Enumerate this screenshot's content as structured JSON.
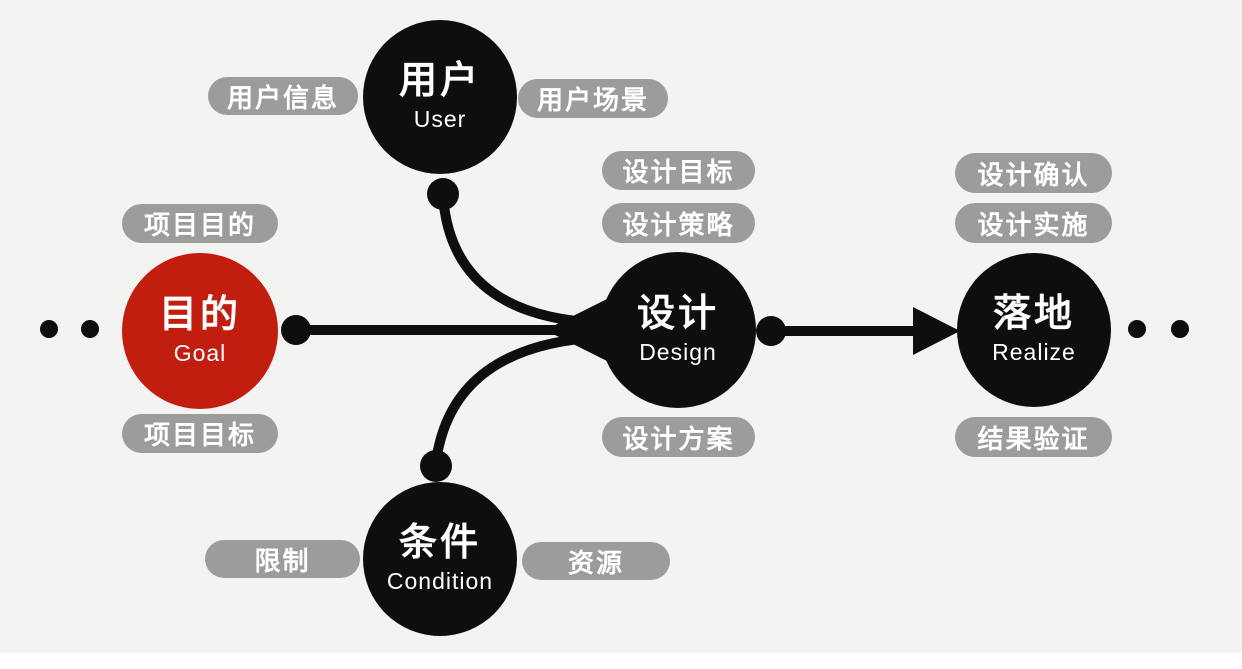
{
  "diagram": {
    "description": "design process flow diagram",
    "colors": {
      "background": "#f3f3f1",
      "node_black": "#0e0e0e",
      "node_red": "#c11e0f",
      "pill_gray": "#9c9c9c",
      "pill_text": "#ffffff",
      "connector": "#0e0e0e"
    }
  },
  "nodes": {
    "goal": {
      "zh": "目的",
      "en": "Goal"
    },
    "user": {
      "zh": "用户",
      "en": "User"
    },
    "design": {
      "zh": "设计",
      "en": "Design"
    },
    "condition": {
      "zh": "条件",
      "en": "Condition"
    },
    "realize": {
      "zh": "落地",
      "en": "Realize"
    }
  },
  "pills": {
    "goal_top": "项目目的",
    "goal_bottom": "项目目标",
    "user_left": "用户信息",
    "user_right": "用户场景",
    "design_top1": "设计目标",
    "design_top2": "设计策略",
    "design_bottom": "设计方案",
    "condition_left": "限制",
    "condition_right": "资源",
    "realize_top1": "设计确认",
    "realize_top2": "设计实施",
    "realize_bottom": "结果验证"
  }
}
